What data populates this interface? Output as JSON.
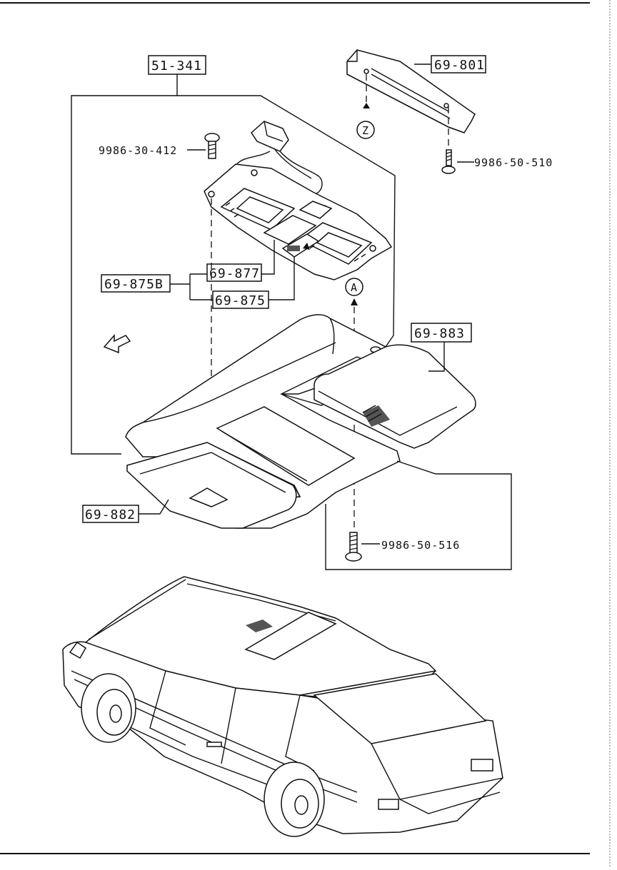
{
  "diagram": {
    "labels": {
      "main_assembly": "51-341",
      "bracket": "69-801",
      "screw_top_left": "9986-30-412",
      "screw_bracket": "9986-50-510",
      "lamp_group": "69-875B",
      "lamp_upper": "69-877",
      "lamp_lower": "69-875",
      "console_right": "69-883",
      "console_left": "69-882",
      "screw_bottom": "9986-50-516"
    },
    "callouts": {
      "view_z": "Z",
      "view_a": "A"
    }
  }
}
